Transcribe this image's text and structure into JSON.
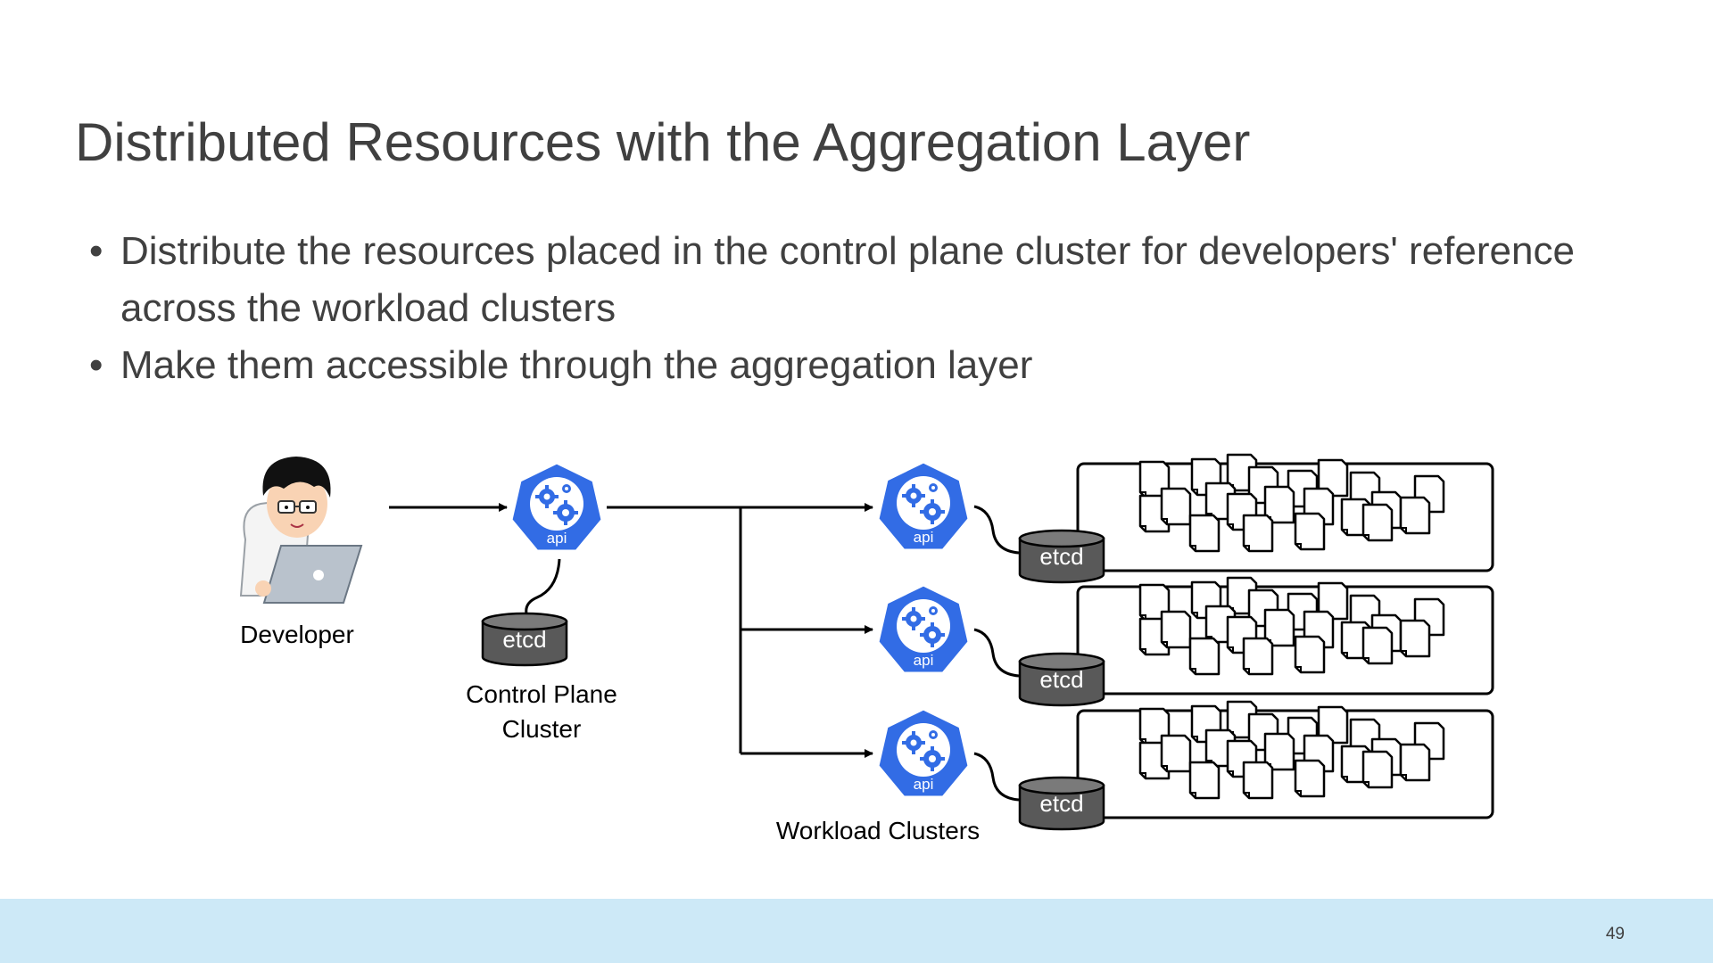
{
  "slide": {
    "title": "Distributed Resources with the Aggregation Layer",
    "bullets": [
      "Distribute the resources placed in the control plane cluster for developers' reference across the workload clusters",
      "Make them accessible through the aggregation layer"
    ],
    "page_number": "49"
  },
  "diagram": {
    "developer_label": "Developer",
    "control_plane_label_line1": "Control Plane",
    "control_plane_label_line2": "Cluster",
    "workload_label": "Workload Clusters",
    "api_label": "api",
    "etcd_label": "etcd",
    "colors": {
      "k8s_blue": "#326ce5",
      "etcd_gray": "#595959",
      "footer": "#cde9f7"
    },
    "icons": [
      "developer-with-laptop-icon",
      "kubernetes-api-server-icon",
      "etcd-database-icon",
      "document-icon"
    ]
  }
}
